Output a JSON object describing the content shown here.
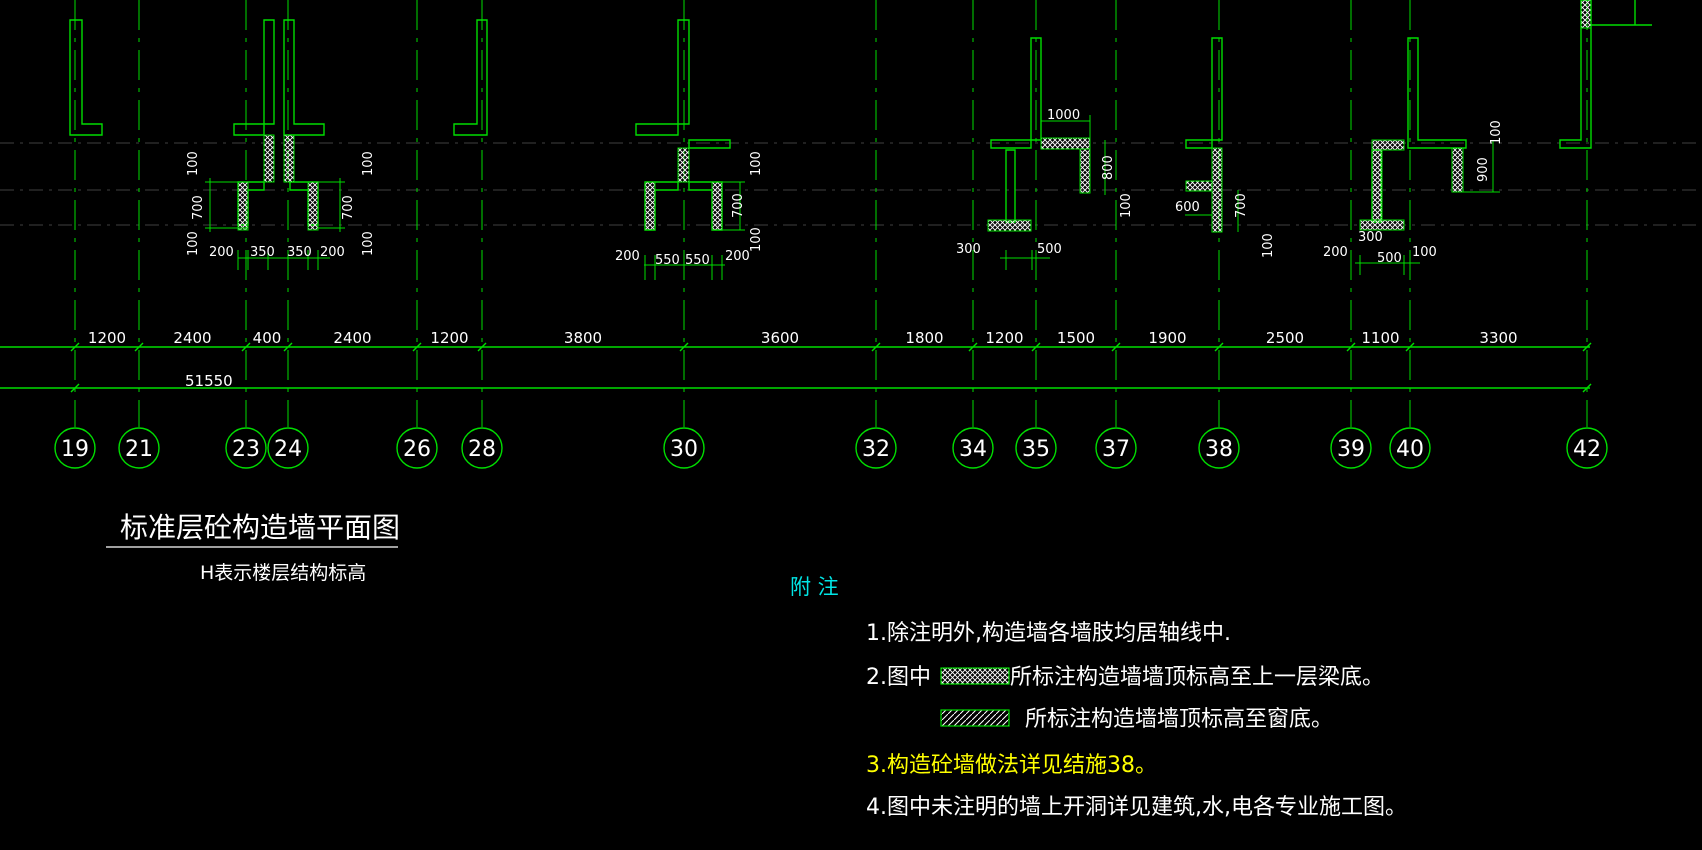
{
  "plan": {
    "title": "标准层砼构造墙平面图",
    "subtitle": "H表示楼层结构标高"
  },
  "notes": {
    "heading": "附 注",
    "item1": "1.除注明外,构造墙各墙肢均居轴线中.",
    "item2_prefix": "2.图中",
    "item2_a": "所标注构造墙墙顶标高至上一层梁底。",
    "item2_b": "所标注构造墙墙顶标高至窗底。",
    "item3": "3.构造砼墙做法详见结施38。",
    "item4": "4.图中未注明的墙上开洞详见建筑,水,电各专业施工图。"
  },
  "axes": [
    "19",
    "21",
    "23",
    "24",
    "26",
    "28",
    "30",
    "32",
    "34",
    "35",
    "37",
    "38",
    "39",
    "40",
    "42"
  ],
  "spans": [
    "1200",
    "2400",
    "400",
    "2400",
    "1200",
    "3800",
    "3600",
    "1800",
    "1200",
    "1500",
    "1900",
    "2500",
    "1100",
    "3300"
  ],
  "total": "51550",
  "dims": {
    "w1": {
      "d100a": "100",
      "d700": "700",
      "d100b": "100",
      "d200": "200",
      "d350": "350"
    },
    "w2": {
      "d100a": "100",
      "d700": "700",
      "d100b": "100",
      "d350": "350",
      "d200": "200"
    },
    "w3": {
      "d100a": "100",
      "d700": "700",
      "d100b": "100",
      "d200a": "200",
      "d550a": "550",
      "d550b": "550",
      "d200b": "200"
    },
    "w4": {
      "d1000": "1000",
      "d800": "800",
      "d100": "100",
      "d300": "300",
      "d500": "500"
    },
    "w5": {
      "d600": "600",
      "d700": "700",
      "d100": "100"
    },
    "w6": {
      "d100": "100",
      "d900": "900",
      "d300": "300",
      "d200": "200",
      "d500": "500",
      "d100b": "100"
    }
  },
  "colors": {
    "background": "#000000",
    "lines": "#00dd00",
    "text": "#ffffff",
    "note3": "#ffff00",
    "heading": "#00e6e6"
  }
}
